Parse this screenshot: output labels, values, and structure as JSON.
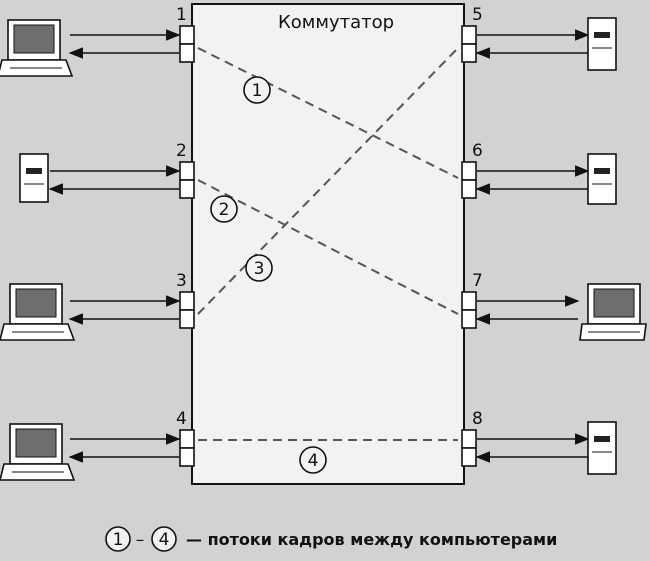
{
  "switch": {
    "label": "Коммутатор"
  },
  "ports": [
    "1",
    "2",
    "3",
    "4",
    "5",
    "6",
    "7",
    "8"
  ],
  "flows": [
    "1",
    "2",
    "3",
    "4"
  ],
  "legend": {
    "from": "1",
    "dash": "–",
    "to": "4",
    "text": "— потоки кадров между компьютерами"
  },
  "devices": [
    {
      "port": "1",
      "kind": "computer-icon"
    },
    {
      "port": "2",
      "kind": "server-icon"
    },
    {
      "port": "3",
      "kind": "computer-icon"
    },
    {
      "port": "4",
      "kind": "computer-icon"
    },
    {
      "port": "5",
      "kind": "server-icon"
    },
    {
      "port": "6",
      "kind": "server-icon"
    },
    {
      "port": "7",
      "kind": "computer-icon"
    },
    {
      "port": "8",
      "kind": "server-icon"
    }
  ],
  "colors": {
    "background": "#d2d2d2",
    "switch_fill": "#f2f2f2",
    "ink": "#111111"
  }
}
